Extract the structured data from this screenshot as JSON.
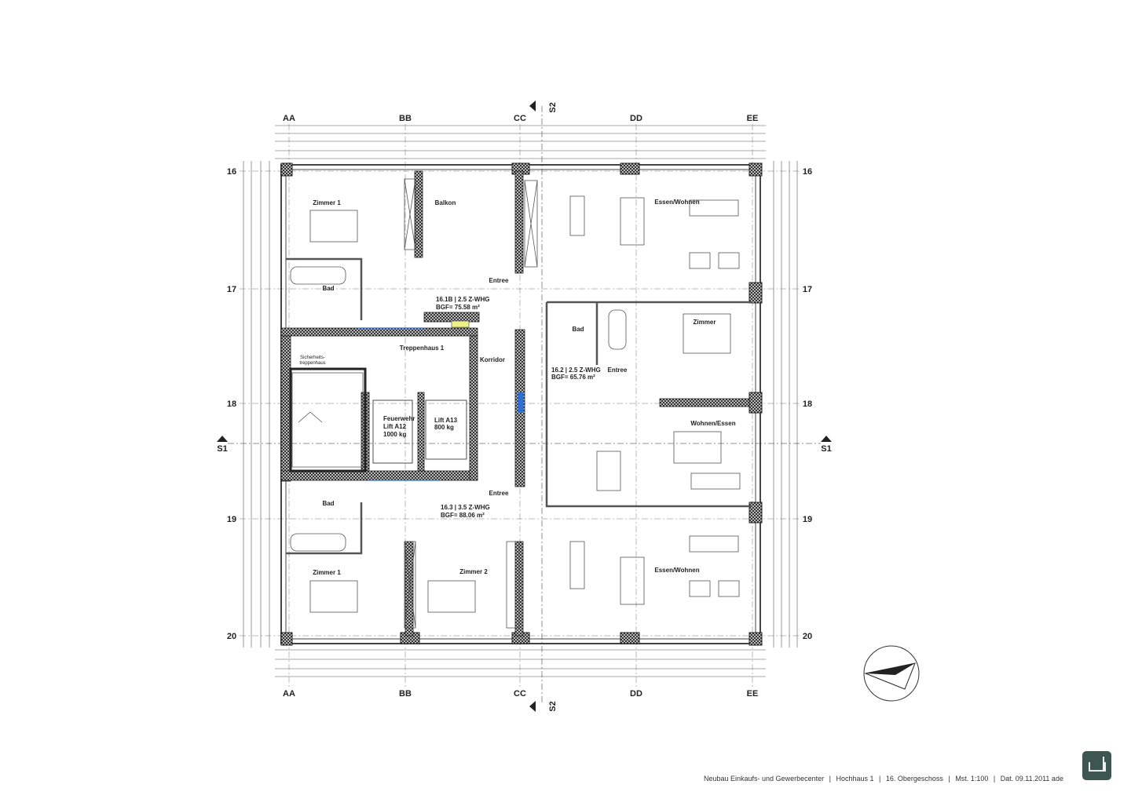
{
  "grid": {
    "columns": [
      "AA",
      "BB",
      "CC",
      "DD",
      "EE"
    ],
    "rows": [
      "16",
      "17",
      "18",
      "19",
      "20"
    ],
    "sections": {
      "horizontal": "S1",
      "vertical": "S2"
    }
  },
  "rooms": [
    {
      "name": "Zimmer 1",
      "id": "z1-top"
    },
    {
      "name": "Balkon",
      "id": "balkon"
    },
    {
      "name": "Essen/Wohnen",
      "id": "ew-top"
    },
    {
      "name": "Bad",
      "id": "bad-top"
    },
    {
      "name": "Entree",
      "id": "entree-top"
    },
    {
      "name": "Treppenhaus 1",
      "id": "th1"
    },
    {
      "name": "Sicherheits-",
      "id": "sth1"
    },
    {
      "name": "treppenhaus",
      "id": "sth2"
    },
    {
      "name": "Korridor",
      "id": "korridor"
    },
    {
      "name": "Bad",
      "id": "bad-right"
    },
    {
      "name": "Zimmer",
      "id": "zimmer-right"
    },
    {
      "name": "Entree",
      "id": "entree-right"
    },
    {
      "name": "Feuerwehr",
      "id": "lift12a"
    },
    {
      "name": "Lift A12",
      "id": "lift12b"
    },
    {
      "name": "1000 kg",
      "id": "lift12c"
    },
    {
      "name": "Lift A13",
      "id": "lift13a"
    },
    {
      "name": "800 kg",
      "id": "lift13b"
    },
    {
      "name": "Wohnen/Essen",
      "id": "we-right"
    },
    {
      "name": "Bad",
      "id": "bad-bottom"
    },
    {
      "name": "Entree",
      "id": "entree-bottom"
    },
    {
      "name": "Zimmer 1",
      "id": "z1-bottom"
    },
    {
      "name": "Zimmer 2",
      "id": "z2"
    },
    {
      "name": "Essen/Wohnen",
      "id": "ew-bottom"
    }
  ],
  "units": [
    {
      "title": "16.1B | 2.5 Z-WHG",
      "area": "BGF= 75.58 m²"
    },
    {
      "title": "16.2 | 2.5 Z-WHG",
      "area": "BGF= 65.76 m²"
    },
    {
      "title": "16.3 | 3.5 Z-WHG",
      "area": "BGF= 88.06 m²"
    }
  ],
  "footer": {
    "project": "Neubau Einkaufs- und Gewerbecenter",
    "building": "Hochhaus 1",
    "floor": "16. Obergeschoss",
    "scale": "Mst. 1:100",
    "date": "Dat. 09.11.2011 ade",
    "separator": "|"
  },
  "colors": {
    "wall": "#555555",
    "hatch": "#333333",
    "logo": "#3d5651",
    "pipes": "#2a6fd6"
  }
}
